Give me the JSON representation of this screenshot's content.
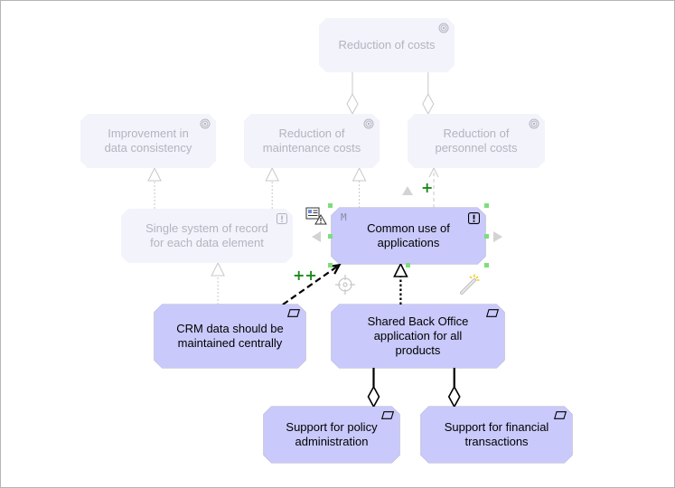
{
  "diagram": {
    "nodes": [
      {
        "id": "reduction_of_costs",
        "label": "Reduction of costs",
        "kind": "goal",
        "state": "faded"
      },
      {
        "id": "improvement_data_consistency",
        "label": "Improvement in\ndata consistency",
        "kind": "goal",
        "state": "faded"
      },
      {
        "id": "reduction_maintenance_costs",
        "label": "Reduction of\nmaintenance costs",
        "kind": "goal",
        "state": "faded"
      },
      {
        "id": "reduction_personnel_costs",
        "label": "Reduction of\npersonnel costs",
        "kind": "goal",
        "state": "faded"
      },
      {
        "id": "single_system_of_record",
        "label": "Single system of record\nfor each data element",
        "kind": "principle",
        "state": "faded"
      },
      {
        "id": "common_use_of_applications",
        "label": "Common use of\napplications",
        "kind": "principle",
        "state": "selected"
      },
      {
        "id": "crm_data_centrally",
        "label": "CRM data should be\nmaintained centrally",
        "kind": "requirement",
        "state": "active"
      },
      {
        "id": "shared_back_office",
        "label": "Shared Back Office\napplication for all\nproducts",
        "kind": "requirement",
        "state": "active"
      },
      {
        "id": "support_policy_admin",
        "label": "Support for policy\nadministration",
        "kind": "requirement",
        "state": "active"
      },
      {
        "id": "support_financial_transactions",
        "label": "Support for financial\ntransactions",
        "kind": "requirement",
        "state": "active"
      }
    ],
    "edges": [
      {
        "from": "reduction_maintenance_costs",
        "to": "reduction_of_costs",
        "type": "aggregation",
        "state": "faded"
      },
      {
        "from": "reduction_personnel_costs",
        "to": "reduction_of_costs",
        "type": "aggregation",
        "state": "faded"
      },
      {
        "from": "single_system_of_record",
        "to": "improvement_data_consistency",
        "type": "realization",
        "state": "faded"
      },
      {
        "from": "single_system_of_record",
        "to": "reduction_maintenance_costs",
        "type": "realization",
        "state": "faded"
      },
      {
        "from": "common_use_of_applications",
        "to": "reduction_maintenance_costs",
        "type": "realization",
        "state": "faded"
      },
      {
        "from": "common_use_of_applications",
        "to": "reduction_personnel_costs",
        "type": "influence",
        "label": "+",
        "state": "faded"
      },
      {
        "from": "crm_data_centrally",
        "to": "single_system_of_record",
        "type": "realization",
        "state": "faded"
      },
      {
        "from": "crm_data_centrally",
        "to": "common_use_of_applications",
        "type": "influence",
        "label": "++",
        "state": "active"
      },
      {
        "from": "shared_back_office",
        "to": "common_use_of_applications",
        "type": "realization",
        "state": "active"
      },
      {
        "from": "support_policy_admin",
        "to": "shared_back_office",
        "type": "aggregation",
        "state": "active"
      },
      {
        "from": "support_financial_transactions",
        "to": "shared_back_office",
        "type": "aggregation",
        "state": "active"
      }
    ],
    "selection_marker": "M",
    "colors": {
      "active_fill": "#c9c9fb",
      "active_border": "#5b5b8a",
      "faded_fill": "#f3f3fc",
      "faded_border": "#d6d6e4",
      "influence_label": "#1a8a1a",
      "selection_handle": "#7ddd7d"
    }
  }
}
